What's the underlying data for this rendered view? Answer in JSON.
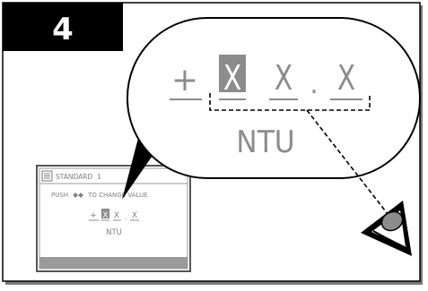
{
  "step": {
    "number": "4"
  },
  "zoom": {
    "sign": "+",
    "digits": [
      "X",
      "X",
      "X"
    ],
    "separator": ".",
    "unit": "NTU"
  },
  "display": {
    "title": "STANDARD  1",
    "instruction_left": "PUSH",
    "instruction_symbols": "◆◆",
    "instruction_right": "TO CHANGE VALUE",
    "sign": "+",
    "digits": [
      "X",
      "X",
      "X"
    ],
    "separator": ".",
    "unit": "NTU",
    "icons": {
      "title": "document-icon"
    },
    "colors": {
      "status_bar": "#9a9a9a",
      "selected_digit": "#8c8c8c",
      "text": "#808080"
    }
  },
  "colors": {
    "badge": "#000000",
    "badge_text": "#ffffff",
    "digit_gray": "#8c8c8c",
    "selected_digit_bg": "#8c8c8c",
    "selected_digit_fg": "#ffffff",
    "outline": "#000000"
  },
  "icons": {
    "eye": "eye-icon",
    "callout": "callout-pointer"
  }
}
